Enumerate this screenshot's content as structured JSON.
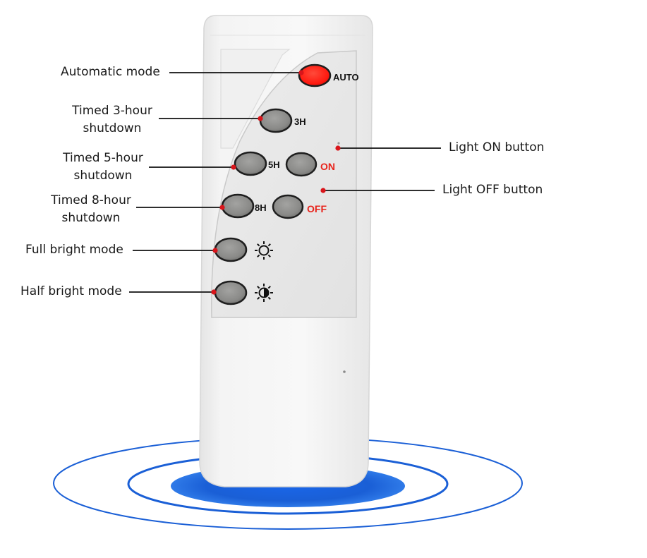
{
  "keys": {
    "auto": "AUTO",
    "h3": "3H",
    "h5": "5H",
    "on": "ON",
    "h8": "8H",
    "off": "OFF"
  },
  "callouts": {
    "automatic_mode": "Automatic mode",
    "timed_3h_line1": "Timed 3-hour",
    "timed_3h_line2": "shutdown",
    "timed_5h_line1": "Timed 5-hour",
    "timed_5h_line2": "shutdown",
    "timed_8h_line1": "Timed 8-hour",
    "timed_8h_line2": "shutdown",
    "full_bright": "Full bright mode",
    "half_bright": "Half bright mode",
    "light_on": "Light ON button",
    "light_off": "Light OFF button"
  },
  "colors": {
    "auto_button": "#ff1a10",
    "key_gray": "#8a8a88",
    "label_red": "#e8231b",
    "callout_dot": "#d9151b",
    "ripple_blue": "#1a5fd6"
  },
  "icons": {
    "full_bright": "sun-icon",
    "half_bright": "half-sun-icon"
  }
}
